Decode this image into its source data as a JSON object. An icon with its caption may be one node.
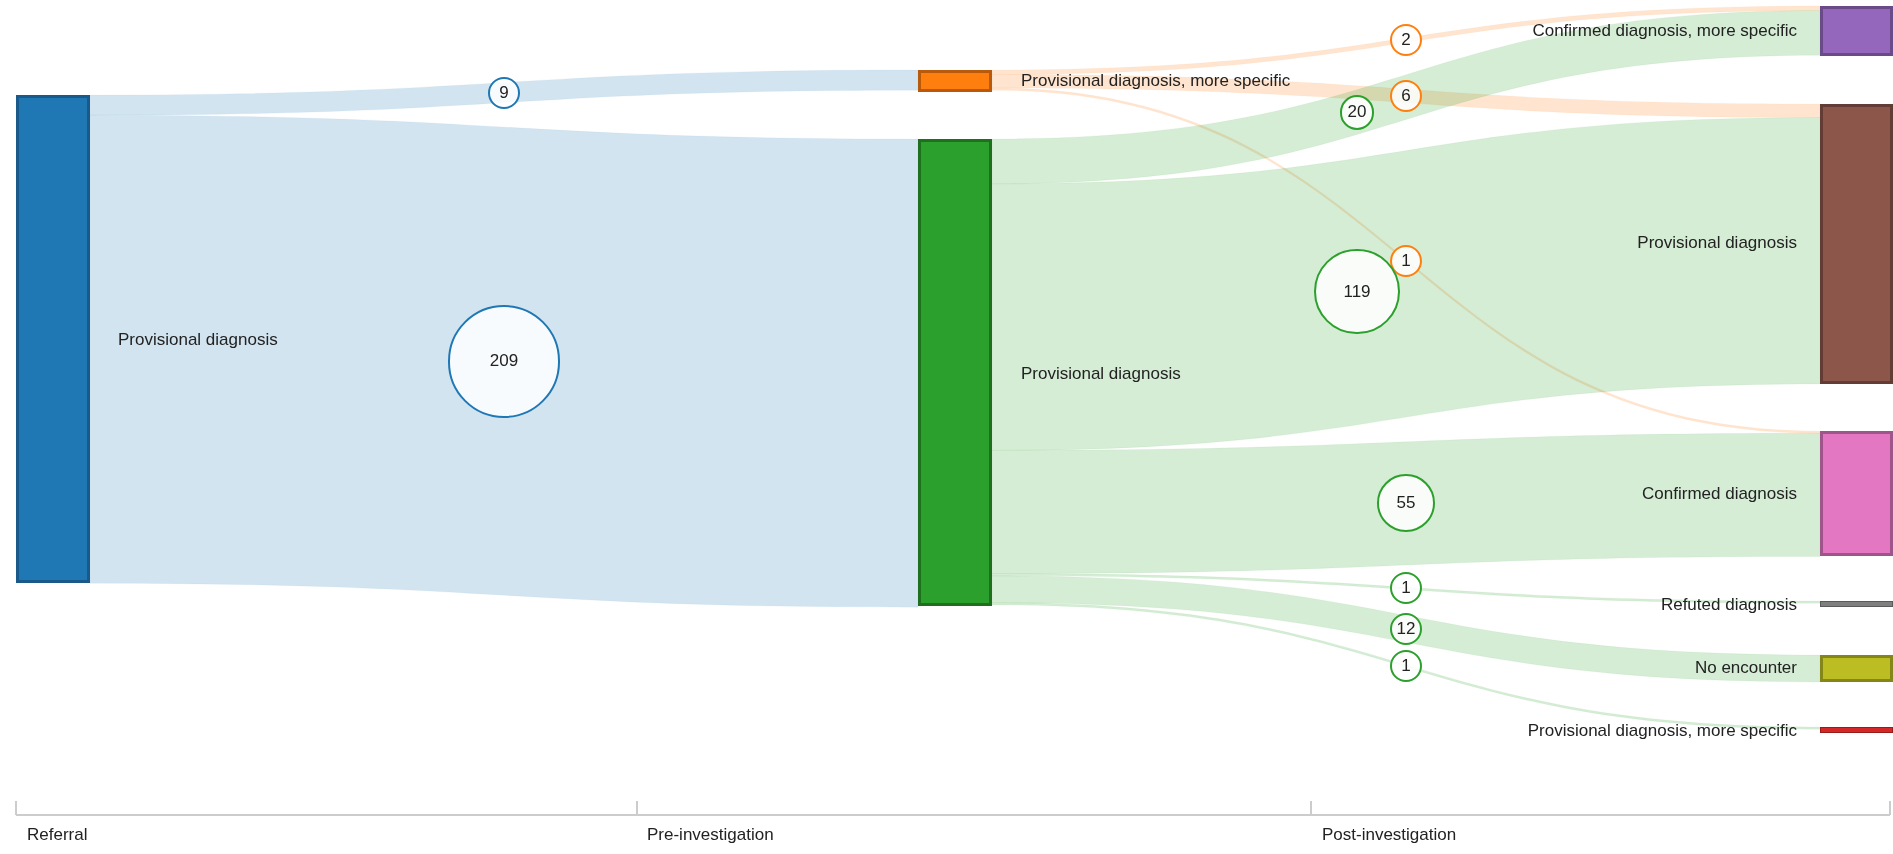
{
  "diagram": {
    "nodes": [
      {
        "text": [
          "Provisional diagnosis"
        ]
      },
      {
        "text": [
          "Provisional diagnosis, more specific"
        ]
      },
      {
        "text": [
          "Provisional diagnosis"
        ]
      },
      {
        "text": [
          "Confirmed diagnosis, more specific"
        ]
      },
      {
        "text": [
          "Provisional diagnosis"
        ]
      },
      {
        "text": [
          "Confirmed diagnosis"
        ]
      },
      {
        "text": [
          "Refuted diagnosis"
        ]
      },
      {
        "text": [
          "No encounter"
        ]
      },
      {
        "text": [
          "Provisional diagnosis, more specific"
        ]
      }
    ],
    "edges": [
      {
        "from": 0,
        "to": 1,
        "arrow": "none",
        "label": "9",
        "color": "#1f77b4"
      },
      {
        "from": 0,
        "to": 2,
        "arrow": "none",
        "label": "209",
        "color": "#1f77b4"
      },
      {
        "from": 1,
        "to": 3,
        "arrow": "none",
        "label": "2",
        "color": "#ff7f0e"
      },
      {
        "from": 1,
        "to": 4,
        "arrow": "none",
        "label": "6",
        "color": "#ff7f0e"
      },
      {
        "from": 1,
        "to": 5,
        "arrow": "none",
        "label": "1",
        "color": "#ff7f0e"
      },
      {
        "from": 2,
        "to": 3,
        "arrow": "none",
        "label": "20"
      },
      {
        "from": 2,
        "to": 4,
        "arrow": "none",
        "label": "119"
      },
      {
        "from": 2,
        "to": 5,
        "arrow": "none",
        "label": "55"
      },
      {
        "from": 2,
        "to": 6,
        "arrow": "none",
        "label": "1"
      },
      {
        "from": 2,
        "to": 7,
        "arrow": "none",
        "label": "12"
      },
      {
        "from": 2,
        "to": 8,
        "arrow": "none",
        "label": "1"
      }
    ],
    "labels": [
      "Referral",
      "Pre-investigation",
      "Post-investigation"
    ]
  }
}
